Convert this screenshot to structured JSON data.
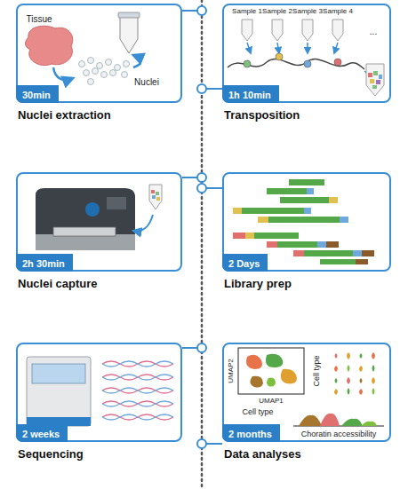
{
  "diagram": {
    "nodes": [
      {
        "text": [
          "Nuclei extraction"
        ]
      },
      {
        "text": [
          "30min"
        ],
        "in": 0
      },
      {
        "text": [
          "Transposition"
        ]
      },
      {
        "text": [
          "1h 10min"
        ],
        "in": 2
      },
      {
        "text": [
          "Nuclei capture"
        ]
      },
      {
        "text": [
          "2h 30min"
        ],
        "in": 4
      },
      {
        "text": [
          "Library prep"
        ]
      },
      {
        "text": [
          "2 Days"
        ],
        "in": 6
      },
      {
        "text": [
          "Sequencing"
        ]
      },
      {
        "text": [
          "2 weeks"
        ],
        "in": 8
      },
      {
        "text": [
          "Data analyses"
        ]
      },
      {
        "text": [
          "2 months"
        ],
        "in": 10
      }
    ],
    "labels": [
      "Tissue",
      "Nuclei",
      "Sample 1",
      "Sample 2",
      "Sample 3",
      "Sample 4",
      "...",
      "UMAP2",
      "UMAP1",
      "Cell type",
      "Cell type",
      "Choratin accessibility"
    ]
  }
}
